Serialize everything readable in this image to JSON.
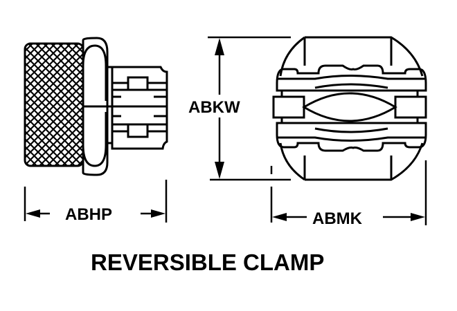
{
  "diagram": {
    "title": "REVERSIBLE CLAMP",
    "dimensions": {
      "side_width": "ABHP",
      "height": "ABKW",
      "front_width": "ABMK"
    },
    "colors": {
      "ink": "#000000",
      "background": "#ffffff"
    }
  }
}
